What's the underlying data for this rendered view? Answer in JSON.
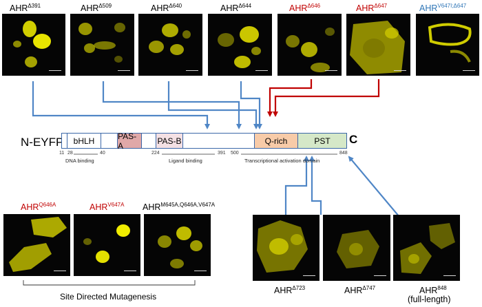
{
  "colors": {
    "black": "#111111",
    "red": "#c00000",
    "blue": "#2e75b6",
    "arrow_blue": "#4f86c6",
    "arrow_red": "#c00000"
  },
  "top_panels": [
    {
      "label": "AHR",
      "sup": "Δ391",
      "color": "black"
    },
    {
      "label": "AHR",
      "sup": "Δ509",
      "color": "black"
    },
    {
      "label": "AHR",
      "sup": "Δ640",
      "color": "black"
    },
    {
      "label": "AHR",
      "sup": "Δ644",
      "color": "black"
    },
    {
      "label": "AHR",
      "sup": "Δ646",
      "color": "red"
    },
    {
      "label": "AHR",
      "sup": "Δ647",
      "color": "red"
    },
    {
      "label": "AHR",
      "sup": "V647I;Δ647",
      "color": "blue"
    }
  ],
  "mutagenesis_panels": [
    {
      "label": "AHR",
      "sup": "Q646A",
      "color": "red"
    },
    {
      "label": "AHR",
      "sup": "V647A",
      "color": "red"
    },
    {
      "label": "AHR",
      "sup": "M645A,Q646A,V647A",
      "color": "black"
    }
  ],
  "bottom_right_panels": [
    {
      "label": "AHR",
      "sup": "Δ723",
      "extra": ""
    },
    {
      "label": "AHR",
      "sup": "Δ747",
      "extra": ""
    },
    {
      "label": "AHR",
      "sup": "848",
      "extra": "(full-length)"
    }
  ],
  "construct": {
    "n_label": "N-EYFP",
    "c_label": "C",
    "domains": {
      "bhlh": "bHLH",
      "pas_a": "PAS-A",
      "pas_b": "PAS-B",
      "q_rich": "Q-rich",
      "pst": "PST"
    },
    "positions": {
      "p11": "11",
      "p28": "28",
      "p40": "40",
      "p224": "224",
      "p391": "391",
      "p500": "500",
      "p848": "848"
    },
    "regions": {
      "dna": "DNA binding",
      "ligand": "Ligand binding",
      "tad": "Transcriptional activation domain"
    }
  },
  "mutagenesis_caption": "Site Directed Mutagenesis"
}
